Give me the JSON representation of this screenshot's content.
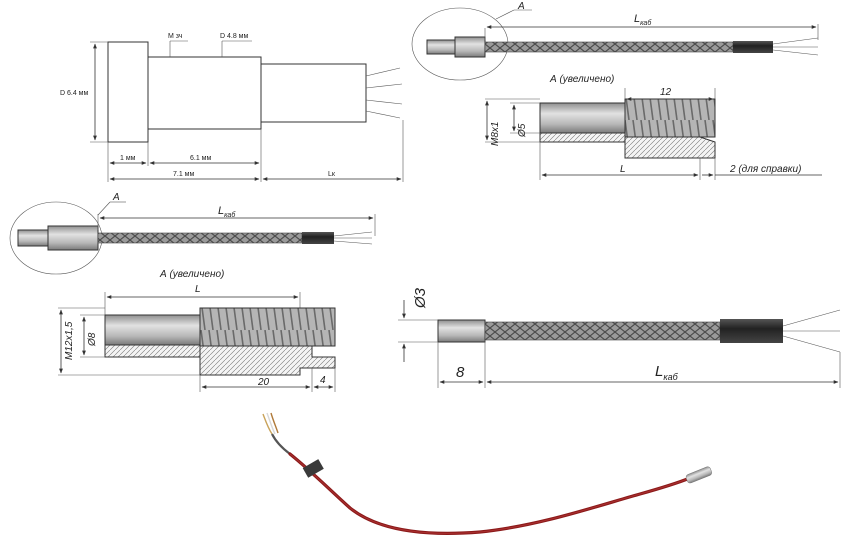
{
  "diagram1": {
    "dim_height": "D 6.4 мм",
    "thread": "M зч",
    "dim_dia2": "D 4.8 мм",
    "len1": "1 мм",
    "len2": "6.1 мм",
    "len_total": "7.1 мм",
    "len_cable": "Lк"
  },
  "diagram2": {
    "callout": "A",
    "cable_len": "L",
    "cable_len_sub": "каб",
    "view_title": "А (увеличено)",
    "dim_12": "12",
    "thread": "M8x1",
    "dia": "Ø5",
    "len_L": "L",
    "ref": "2 (для справки)"
  },
  "diagram3": {
    "callout": "A",
    "cable_len": "L",
    "cable_len_sub": "каб",
    "view_title": "А (увеличено)",
    "len_L": "L",
    "thread": "M12x1,5",
    "dia": "Ø8",
    "dim_20": "20",
    "dim_4": "4"
  },
  "diagram4": {
    "dia": "Ø3",
    "dim_8": "8",
    "cable_len": "L",
    "cable_len_sub": "каб"
  },
  "colors": {
    "line": "#333333",
    "cable_braid": "#7a7a7a",
    "sleeve": "#3a3a3a",
    "probe_metal": "#c8c8c8",
    "cable_red": "#8b1a1a"
  }
}
